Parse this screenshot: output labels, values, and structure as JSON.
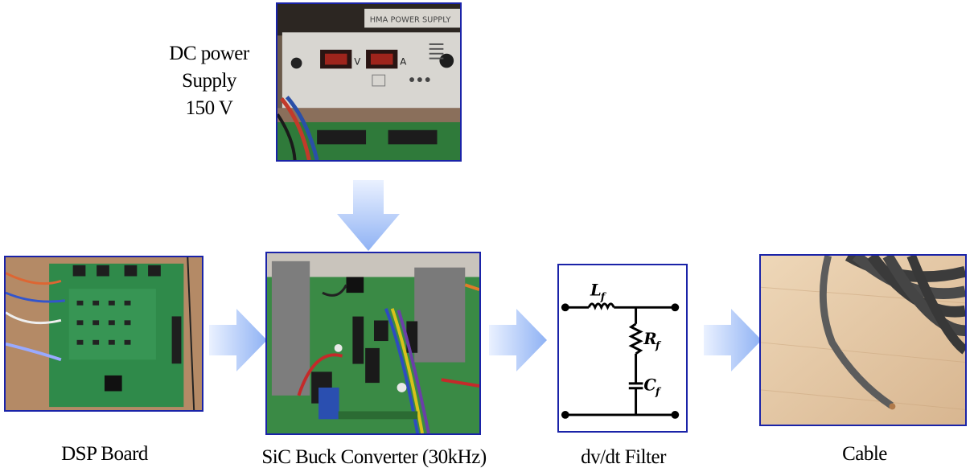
{
  "power_supply": {
    "label_lines": [
      "DC power",
      "Supply",
      "150 V"
    ],
    "panel_text": "HMA POWER SUPPLY",
    "meter_v": "V",
    "meter_a": "A"
  },
  "dsp_board": {
    "label": "DSP Board"
  },
  "converter": {
    "label": "SiC Buck Converter (30kHz)"
  },
  "filter": {
    "label": "dv/dt Filter",
    "inductor": "L",
    "inductor_sub": "f",
    "resistor": "R",
    "resistor_sub": "f",
    "capacitor": "C",
    "capacitor_sub": "f"
  },
  "cable": {
    "label": "Cable"
  },
  "colors": {
    "frame": "#1a23a8",
    "arrow_light": "#eaf1ff",
    "arrow_dark": "#8fb2f4"
  }
}
